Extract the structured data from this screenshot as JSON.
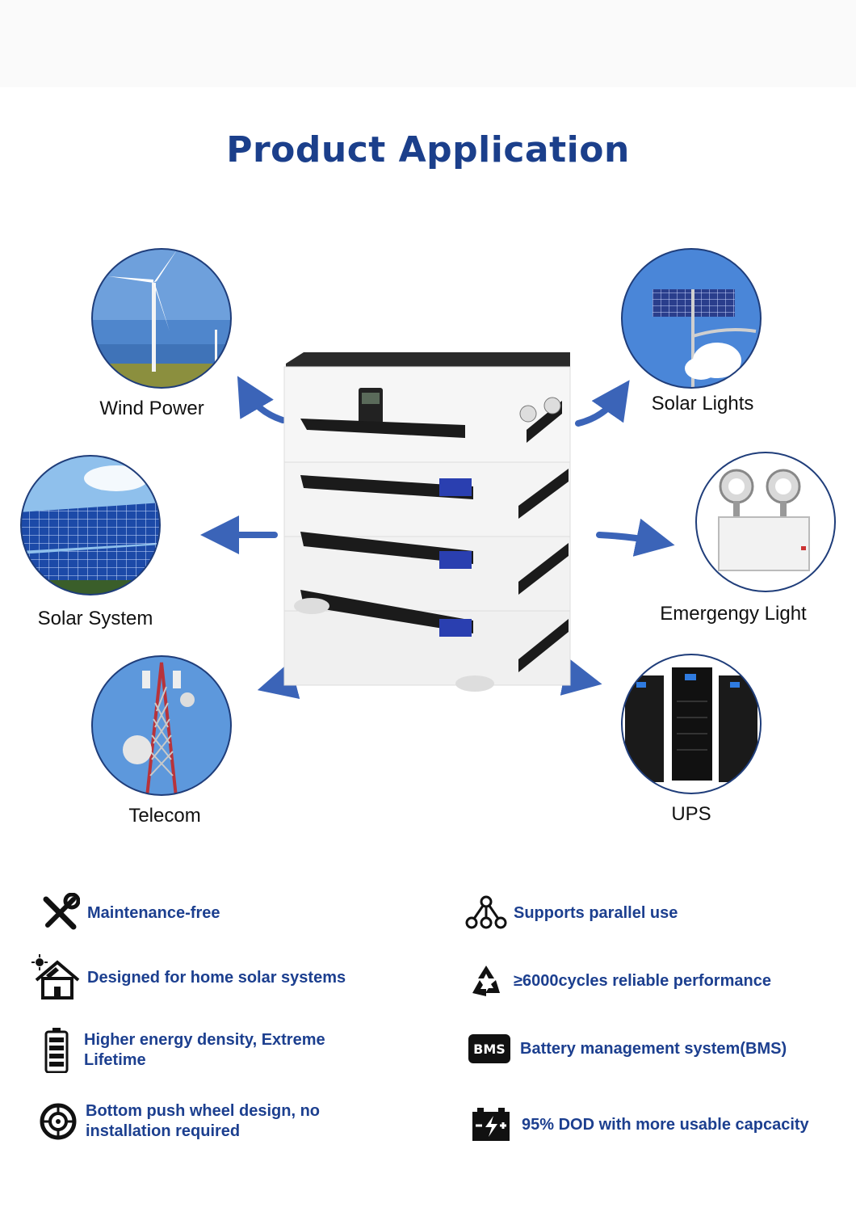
{
  "heading": "Product Application",
  "applications": [
    {
      "label": "Wind Power",
      "icon": "wind-turbine-icon"
    },
    {
      "label": "Solar System",
      "icon": "solar-panel-field-icon"
    },
    {
      "label": "Telecom",
      "icon": "telecom-tower-icon"
    },
    {
      "label": "Solar Lights",
      "icon": "solar-street-light-icon"
    },
    {
      "label": "Emergengy Light",
      "icon": "emergency-light-icon"
    },
    {
      "label": "UPS",
      "icon": "ups-server-icon"
    }
  ],
  "features": [
    {
      "text": "Maintenance-free",
      "icon": "wrench-screwdriver-icon"
    },
    {
      "text": "Designed for home solar systems",
      "icon": "solar-house-icon"
    },
    {
      "text": "Higher energy density, Extreme Lifetime",
      "icon": "battery-icon"
    },
    {
      "text": "Bottom push wheel design, no installation required",
      "icon": "wheel-icon"
    },
    {
      "text": "Supports parallel use",
      "icon": "parallel-nodes-icon"
    },
    {
      "text": "≥6000cycles reliable performance",
      "icon": "recycle-icon"
    },
    {
      "text": "Battery management system(BMS)",
      "icon": "bms-badge-icon"
    },
    {
      "text": "95% DOD with more usable capcacity",
      "icon": "battery-charge-icon"
    }
  ],
  "bms_badge": "BMS",
  "colors": {
    "title": "#1b3f8b",
    "feature_text": "#1c3f8f",
    "arrow": "#3b64b8"
  }
}
